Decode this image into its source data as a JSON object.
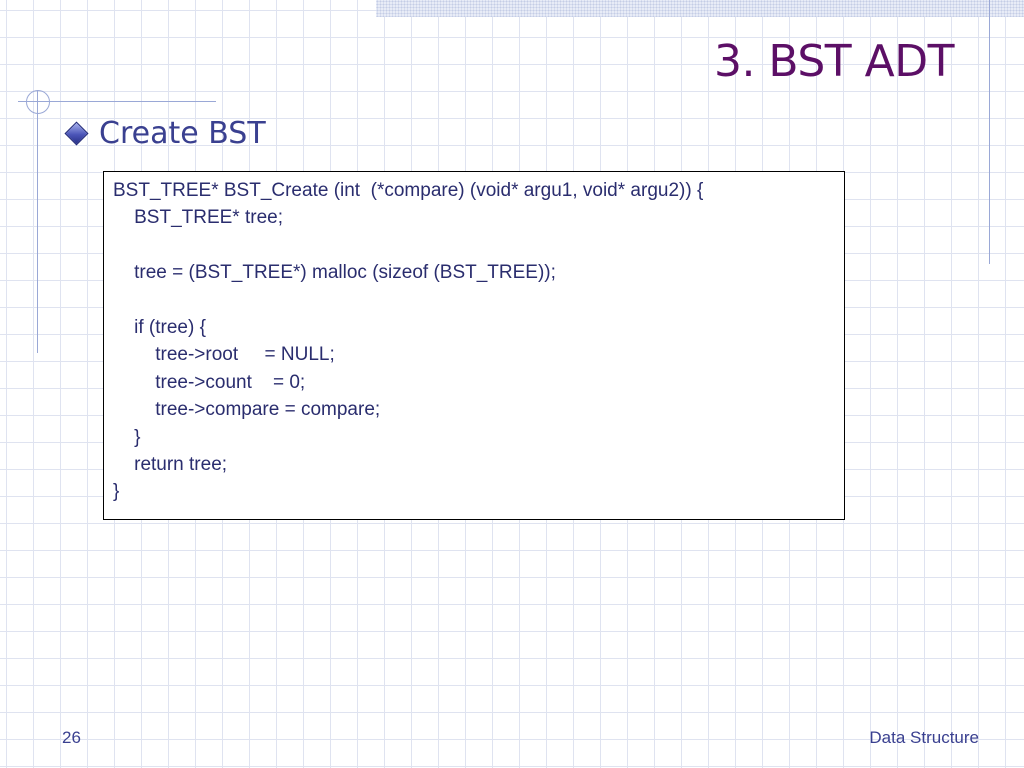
{
  "slide": {
    "title": "3. BST ADT",
    "bullet": "Create BST",
    "code_lines": [
      "BST_TREE* BST_Create (int  (*compare) (void* argu1, void* argu2)) {",
      "    BST_TREE* tree;",
      "",
      "    tree = (BST_TREE*) malloc (sizeof (BST_TREE));",
      "",
      "    if (tree) {",
      "        tree->root     = NULL;",
      "        tree->count    = 0;",
      "        tree->compare = compare;",
      "    }",
      "    return tree;",
      "}"
    ],
    "page_number": "26",
    "footer_text": "Data Structure"
  },
  "colors": {
    "title": "#5c0f66",
    "text": "#3a4090",
    "accent_line": "#9aa8d6",
    "grid": "#dfe3f0"
  },
  "icons": {
    "bullet": "diamond-bullet-icon"
  }
}
